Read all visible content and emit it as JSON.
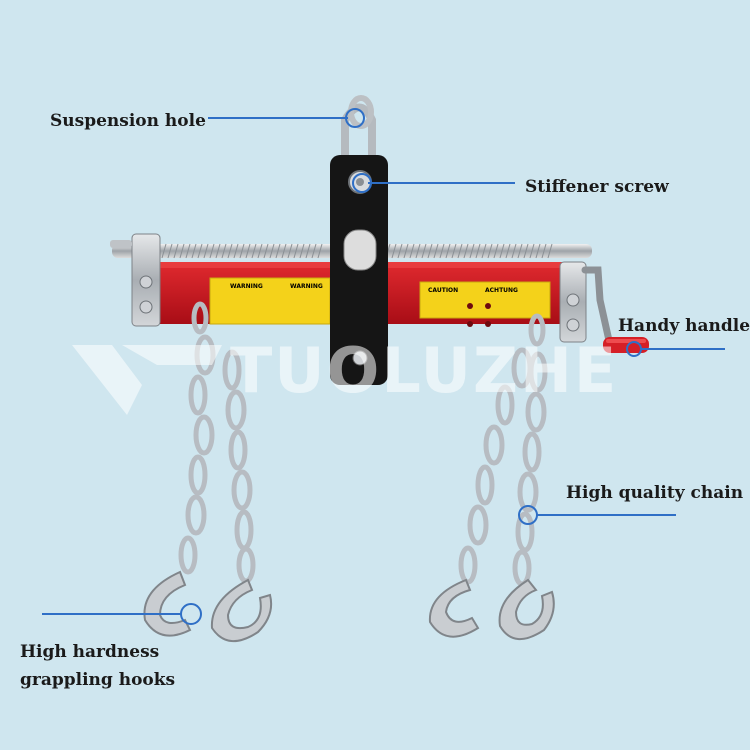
{
  "watermark": "TUOLUZHE",
  "labels": {
    "suspension_hole": "Suspension hole",
    "stiffener_screw": "Stiffener screw",
    "handy_handle": "Handy handle",
    "high_quality_chain": "High quality chain",
    "hooks_line1": "High hardness",
    "hooks_line2": "grappling hooks"
  },
  "bar_stickers": {
    "left_1": "WARNING",
    "left_2": "WARNING",
    "right_caution": "CAUTION",
    "right_achtung": "ACHTUNG"
  },
  "colors": {
    "background": "#cfe6ef",
    "callout_line": "#2f6fc6",
    "bar_red": "#c8101c",
    "sticker_yellow": "#f4d21a",
    "chain_steel": "#b7bcc2"
  }
}
